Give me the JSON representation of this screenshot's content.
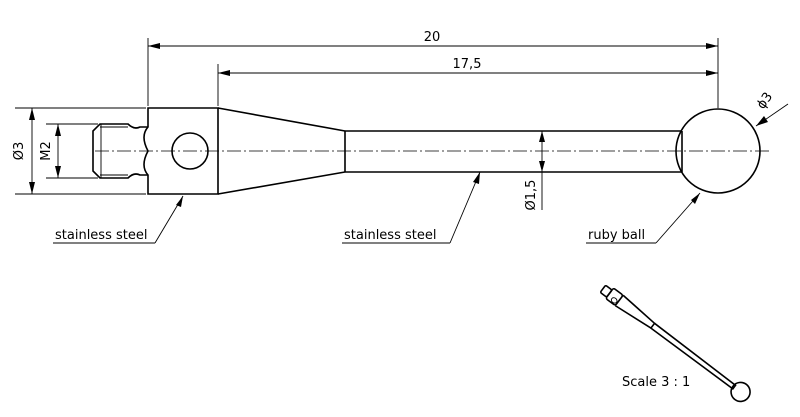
{
  "dimensions": {
    "overall_length": "20",
    "stem_length": "17,5",
    "ball_diameter": "ϕ3",
    "stem_diameter": "Ø1,5",
    "shank_diameter": "Ø3",
    "thread": "M2"
  },
  "labels": {
    "shank_material": "stainless steel",
    "stem_material": "stainless steel",
    "ball_material": "ruby ball"
  },
  "scale_note": "Scale 3 : 1"
}
